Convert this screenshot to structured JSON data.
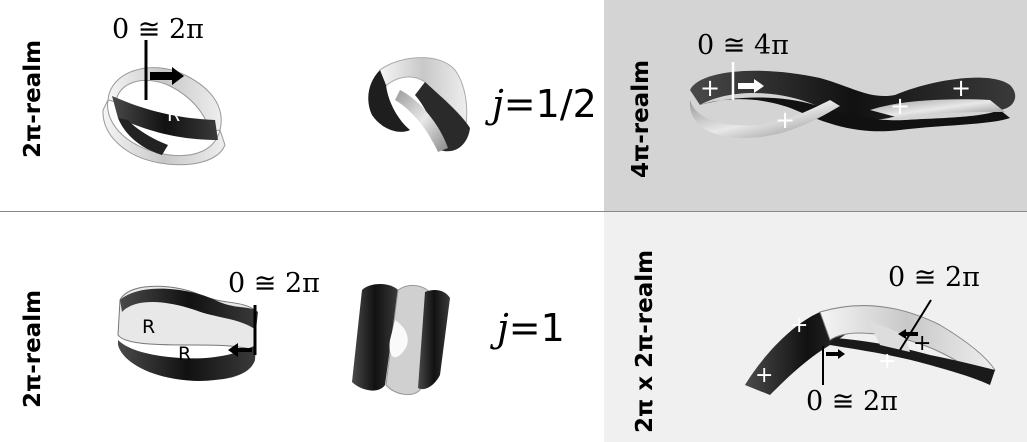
{
  "panels": {
    "top_left": {
      "realm_label": "2π-realm",
      "identification": "0 ≅ 2π",
      "j_symbol": "j",
      "j_value": "=1/2",
      "ribbon_mark": "R"
    },
    "top_right": {
      "realm_label": "4π-realm",
      "identification": "0 ≅ 4π",
      "plus_mark": "+"
    },
    "bottom_left": {
      "realm_label": "2π-realm",
      "identification": "0 ≅ 2π",
      "j_symbol": "j",
      "j_value": "=1",
      "ribbon_mark": "R"
    },
    "bottom_right": {
      "realm_label": "2π x 2π-realm",
      "identification_top": "0 ≅ 2π",
      "identification_bottom": "0 ≅ 2π",
      "plus_mark": "+"
    }
  },
  "colors": {
    "background_white": "#ffffff",
    "background_gray": "#d4d4d4",
    "background_light": "#f0f0f0",
    "ribbon_dark": "#1e1e1e",
    "ribbon_light": "#d8d8d8"
  }
}
